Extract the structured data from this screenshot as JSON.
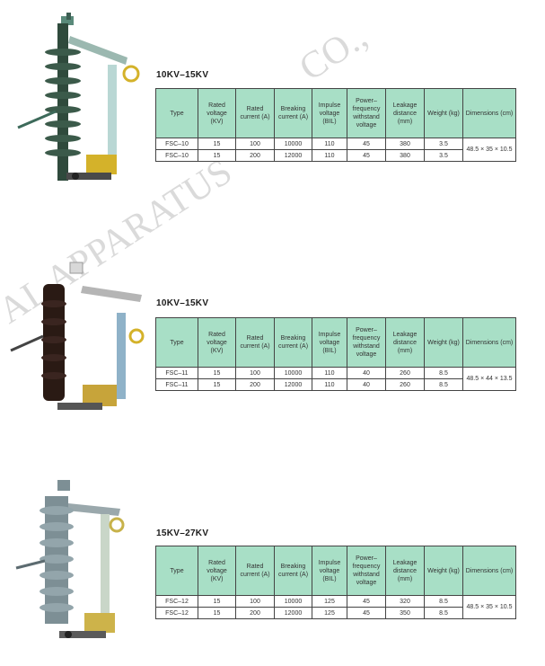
{
  "watermark": {
    "text_main": "AL APPARATUS",
    "text_co": "CO.,"
  },
  "columns": [
    "Type",
    "Rated voltage (KV)",
    "Rated current (A)",
    "Breaking current (A)",
    "Impulse voltage (BIL)",
    "Power–frequency withstand voltage",
    "Leakage distance (mm)",
    "Weight (kg)",
    "Dimensions (cm)"
  ],
  "sections": [
    {
      "heading": "10KV–15KV",
      "rows": [
        [
          "FSC–10",
          "15",
          "100",
          "10000",
          "110",
          "45",
          "380",
          "3.5"
        ],
        [
          "FSC–10",
          "15",
          "200",
          "12000",
          "110",
          "45",
          "380",
          "3.5"
        ]
      ],
      "dimensions": "48.5 × 35 × 10.5"
    },
    {
      "heading": "10KV–15KV",
      "rows": [
        [
          "FSC–11",
          "15",
          "100",
          "10000",
          "110",
          "40",
          "260",
          "8.5"
        ],
        [
          "FSC–11",
          "15",
          "200",
          "12000",
          "110",
          "40",
          "260",
          "8.5"
        ]
      ],
      "dimensions": "48.5 × 44 × 13.5"
    },
    {
      "heading": "15KV–27KV",
      "rows": [
        [
          "FSC–12",
          "15",
          "100",
          "10000",
          "125",
          "45",
          "320",
          "8.5"
        ],
        [
          "FSC–12",
          "15",
          "200",
          "12000",
          "125",
          "45",
          "350",
          "8.5"
        ]
      ],
      "dimensions": "48.5 × 35 × 10.5"
    }
  ],
  "colors": {
    "header_bg": "#a8dfc6",
    "insulator_1": "#2f4a3c",
    "insulator_2": "#2a1a14",
    "insulator_3": "#7d8f95",
    "brass": "#d4b22a"
  }
}
